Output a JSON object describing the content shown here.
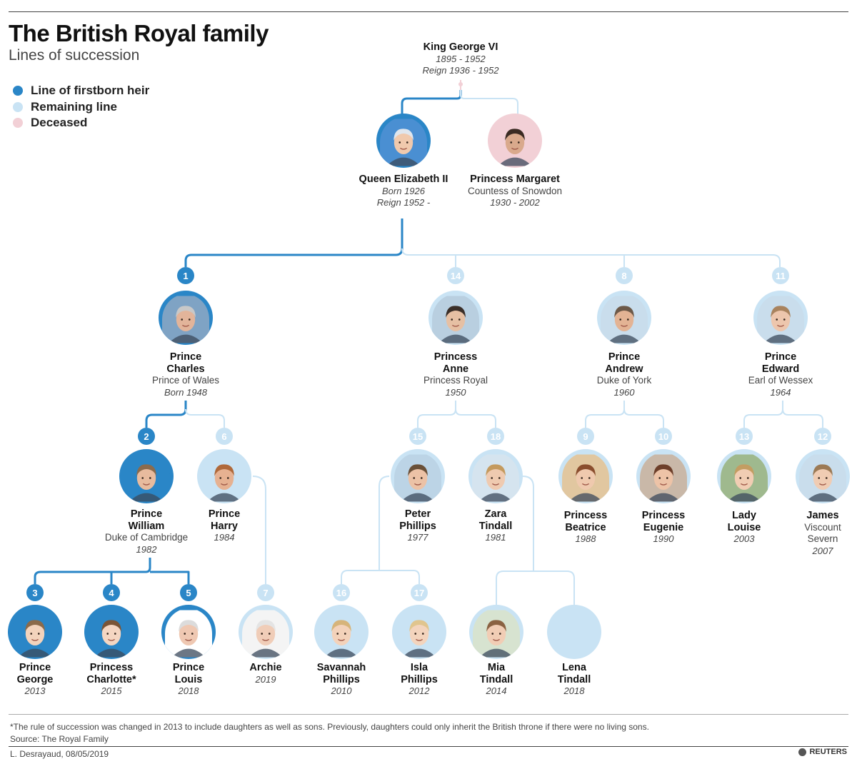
{
  "header": {
    "title": "The British Royal family",
    "subtitle": "Lines of succession"
  },
  "legend": [
    {
      "label": "Line of firstborn heir",
      "color": "#2a86c7"
    },
    {
      "label": "Remaining line",
      "color": "#c9e3f4"
    },
    {
      "label": "Deceased",
      "color": "#f2d0d6"
    }
  ],
  "colors": {
    "primary": "#2a86c7",
    "secondary": "#c9e3f4",
    "deceased": "#f2d0d6"
  },
  "people": [
    {
      "id": "george6",
      "name": [
        "King George VI"
      ],
      "lines": [
        {
          "t": "1895 - 1952",
          "s": "date"
        },
        {
          "t": "Reign 1936 - 1952",
          "s": "date"
        }
      ],
      "ring": "deceased",
      "portrait": false
    },
    {
      "id": "elizabeth",
      "name": [
        "Queen Elizabeth II"
      ],
      "lines": [
        {
          "t": "Born 1926",
          "s": "date"
        },
        {
          "t": "Reign 1952 -",
          "s": "date"
        }
      ],
      "ring": "primary",
      "portrait": true
    },
    {
      "id": "margaret",
      "name": [
        "Princess Margaret"
      ],
      "lines": [
        {
          "t": "Countess of Snowdon",
          "s": "title"
        },
        {
          "t": "1930 - 2002",
          "s": "date"
        }
      ],
      "ring": "deceased",
      "portrait": true
    },
    {
      "id": "charles",
      "rank": "1",
      "name": [
        "Prince",
        "Charles"
      ],
      "lines": [
        {
          "t": "Prince of Wales",
          "s": "title"
        },
        {
          "t": "Born 1948",
          "s": "date"
        }
      ],
      "ring": "primary",
      "portrait": true
    },
    {
      "id": "anne",
      "rank": "14",
      "name": [
        "Princess",
        "Anne"
      ],
      "lines": [
        {
          "t": "Princess Royal",
          "s": "title"
        },
        {
          "t": "1950",
          "s": "date"
        }
      ],
      "ring": "secondary",
      "portrait": true
    },
    {
      "id": "andrew",
      "rank": "8",
      "name": [
        "Prince",
        "Andrew"
      ],
      "lines": [
        {
          "t": "Duke of York",
          "s": "title"
        },
        {
          "t": "1960",
          "s": "date"
        }
      ],
      "ring": "secondary",
      "portrait": true
    },
    {
      "id": "edward",
      "rank": "11",
      "name": [
        "Prince",
        "Edward"
      ],
      "lines": [
        {
          "t": "Earl of Wessex",
          "s": "title"
        },
        {
          "t": "1964",
          "s": "date"
        }
      ],
      "ring": "secondary",
      "portrait": true
    },
    {
      "id": "william",
      "rank": "2",
      "name": [
        "Prince",
        "William"
      ],
      "lines": [
        {
          "t": "Duke of Cambridge",
          "s": "title"
        },
        {
          "t": "1982",
          "s": "date"
        }
      ],
      "ring": "primary",
      "portrait": true
    },
    {
      "id": "harry",
      "rank": "6",
      "name": [
        "Prince",
        "Harry"
      ],
      "lines": [
        {
          "t": "1984",
          "s": "date"
        }
      ],
      "ring": "secondary",
      "portrait": true
    },
    {
      "id": "peter",
      "rank": "15",
      "name": [
        "Peter",
        "Phillips"
      ],
      "lines": [
        {
          "t": "1977",
          "s": "date"
        }
      ],
      "ring": "secondary",
      "portrait": true
    },
    {
      "id": "zara",
      "rank": "18",
      "name": [
        "Zara",
        "Tindall"
      ],
      "lines": [
        {
          "t": "1981",
          "s": "date"
        }
      ],
      "ring": "secondary",
      "portrait": true
    },
    {
      "id": "beatrice",
      "rank": "9",
      "name": [
        "Princess",
        "Beatrice"
      ],
      "lines": [
        {
          "t": "1988",
          "s": "date"
        }
      ],
      "ring": "secondary",
      "portrait": true
    },
    {
      "id": "eugenie",
      "rank": "10",
      "name": [
        "Princess",
        "Eugenie"
      ],
      "lines": [
        {
          "t": "1990",
          "s": "date"
        }
      ],
      "ring": "secondary",
      "portrait": true
    },
    {
      "id": "louise",
      "rank": "13",
      "name": [
        "Lady",
        "Louise"
      ],
      "lines": [
        {
          "t": "2003",
          "s": "date"
        }
      ],
      "ring": "secondary",
      "portrait": true
    },
    {
      "id": "james",
      "rank": "12",
      "name": [
        "James"
      ],
      "lines": [
        {
          "t": "Viscount",
          "s": "title"
        },
        {
          "t": "Severn",
          "s": "title"
        },
        {
          "t": "2007",
          "s": "date"
        }
      ],
      "ring": "secondary",
      "portrait": true
    },
    {
      "id": "george",
      "rank": "3",
      "name": [
        "Prince",
        "George"
      ],
      "lines": [
        {
          "t": "2013",
          "s": "date"
        }
      ],
      "ring": "primary",
      "portrait": true
    },
    {
      "id": "charlotte",
      "rank": "4",
      "name": [
        "Princess",
        "Charlotte*"
      ],
      "lines": [
        {
          "t": "2015",
          "s": "date"
        }
      ],
      "ring": "primary",
      "portrait": true
    },
    {
      "id": "louis",
      "rank": "5",
      "name": [
        "Prince",
        "Louis"
      ],
      "lines": [
        {
          "t": "2018",
          "s": "date"
        }
      ],
      "ring": "primary",
      "portrait": true
    },
    {
      "id": "archie",
      "rank": "7",
      "name": [
        "Archie"
      ],
      "lines": [
        {
          "t": "2019",
          "s": "date"
        }
      ],
      "ring": "secondary",
      "portrait": true
    },
    {
      "id": "savannah",
      "rank": "16",
      "name": [
        "Savannah",
        "Phillips"
      ],
      "lines": [
        {
          "t": "2010",
          "s": "date"
        }
      ],
      "ring": "secondary",
      "portrait": true
    },
    {
      "id": "isla",
      "rank": "17",
      "name": [
        "Isla",
        "Phillips"
      ],
      "lines": [
        {
          "t": "2012",
          "s": "date"
        }
      ],
      "ring": "secondary",
      "portrait": true
    },
    {
      "id": "mia",
      "name": [
        "Mia",
        "Tindall"
      ],
      "lines": [
        {
          "t": "2014",
          "s": "date"
        }
      ],
      "ring": "secondary",
      "portrait": true
    },
    {
      "id": "lena",
      "name": [
        "Lena",
        "Tindall"
      ],
      "lines": [
        {
          "t": "2018",
          "s": "date"
        }
      ],
      "ring": "secondary",
      "portrait": false
    }
  ],
  "footer": {
    "footnote": "*The rule of succession was changed in 2013 to include daughters as well as sons. Previously, daughters could only inherit the British throne if there were no living sons.",
    "source": "Source: The Royal Family",
    "credit": "L. Desrayaud, 08/05/2019",
    "agency": "REUTERS"
  }
}
